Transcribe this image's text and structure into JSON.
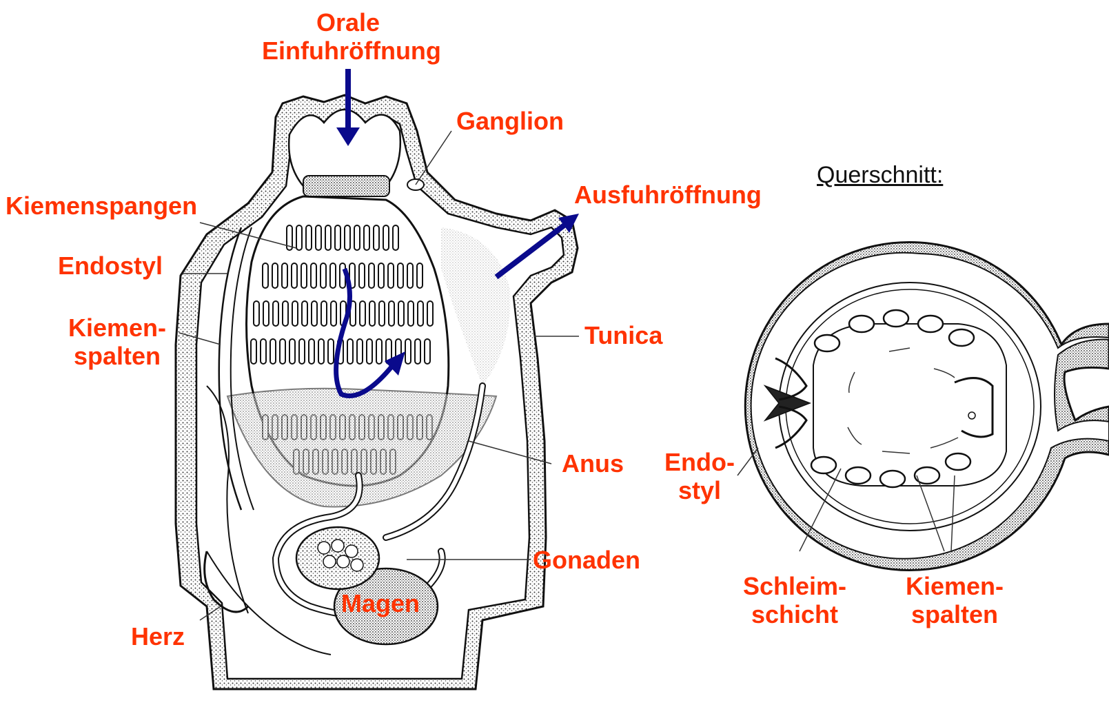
{
  "colors": {
    "label": "#ff3300",
    "arrow": "#0a0a8c",
    "ink": "#1a1a1a",
    "plain": "#111111"
  },
  "labels": {
    "orale": [
      "Orale",
      "Einfuhröffnung"
    ],
    "ganglion": "Ganglion",
    "ausfuhr": "Ausfuhröffnung",
    "querschnitt": "Querschnitt:",
    "kiemenspangen": "Kiemenspangen",
    "endostyl": "Endostyl",
    "kiemenspalten_left": [
      "Kiemen-",
      "spalten"
    ],
    "tunica": "Tunica",
    "anus": "Anus",
    "endostyl_cross": [
      "Endo-",
      "styl"
    ],
    "gonaden": "Gonaden",
    "magen": "Magen",
    "herz": "Herz",
    "schleimschicht": [
      "Schleim-",
      "schicht"
    ],
    "kiemenspalten_right": [
      "Kiemen-",
      "spalten"
    ]
  },
  "icons": {
    "inflow": "arrow-down-icon",
    "outflow": "arrow-up-right-icon",
    "flow": "curved-arrow-icon"
  }
}
